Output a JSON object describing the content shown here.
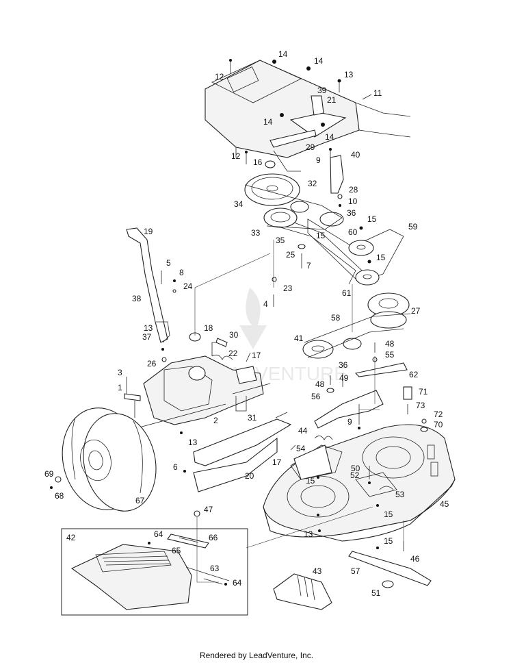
{
  "footer": {
    "credit": "Rendered by LeadVenture, Inc."
  },
  "watermark": {
    "brand": "LEADVENTURE"
  },
  "callouts": [
    "1",
    "2",
    "3",
    "4",
    "5",
    "6",
    "7",
    "8",
    "9",
    "9",
    "10",
    "11",
    "12",
    "12",
    "13",
    "13",
    "13",
    "13",
    "14",
    "14",
    "14",
    "14",
    "15",
    "15",
    "15",
    "15",
    "15",
    "15",
    "16",
    "17",
    "17",
    "18",
    "19",
    "20",
    "21",
    "22",
    "23",
    "24",
    "25",
    "26",
    "27",
    "28",
    "29",
    "30",
    "31",
    "32",
    "33",
    "34",
    "35",
    "36",
    "36",
    "37",
    "38",
    "39",
    "40",
    "41",
    "42",
    "43",
    "44",
    "45",
    "46",
    "47",
    "48",
    "48",
    "49",
    "50",
    "51",
    "52",
    "53",
    "54",
    "55",
    "56",
    "57",
    "58",
    "59",
    "60",
    "61",
    "62",
    "63",
    "64",
    "64",
    "65",
    "66",
    "67",
    "68",
    "69",
    "70",
    "71",
    "72",
    "73"
  ]
}
